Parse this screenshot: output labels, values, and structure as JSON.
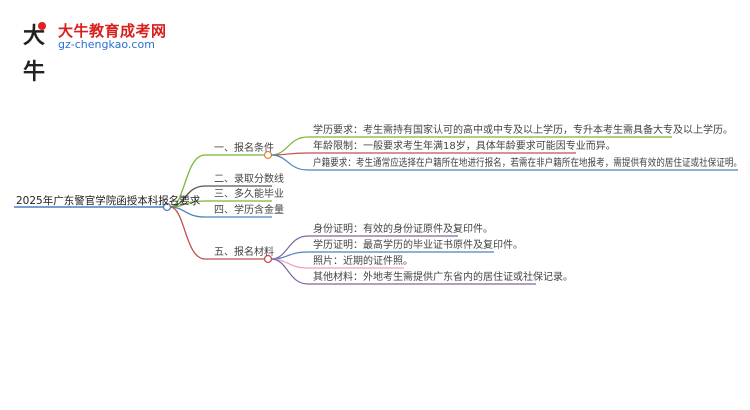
{
  "logo": {
    "mark": "大牛",
    "name": "大牛教育成考网",
    "url": "gz-chengkao.com"
  },
  "root": "2025年广东警官学院函授本科报名要求",
  "branches": [
    {
      "label": "一、报名条件",
      "color": "#76b83a",
      "children": [
        {
          "text": "学历要求：考生需持有国家认可的高中或中专及以上学历，专升本考生需具备大专及以上学历。",
          "color": "#76b83a"
        },
        {
          "text": "年龄限制：一般要求考生年满18岁，具体年龄要求可能因专业而异。",
          "color": "#c0504d"
        },
        {
          "text": "户籍要求：考生通常应选择在户籍所在地进行报名，若需在非户籍所在地报考，需提供有效的居住证或社保证明。",
          "color": "#4f81bd"
        }
      ]
    },
    {
      "label": "二、录取分数线",
      "color": "#555555",
      "children": []
    },
    {
      "label": "三、多久能毕业",
      "color": "#76b83a",
      "children": []
    },
    {
      "label": "四、学历含金量",
      "color": "#4f81bd",
      "children": []
    },
    {
      "label": "五、报名材料",
      "color": "#c0504d",
      "children": [
        {
          "text": "身份证明：有效的身份证原件及复印件。",
          "color": "#8064a2"
        },
        {
          "text": "学历证明：最高学历的毕业证书原件及复印件。",
          "color": "#4f81bd"
        },
        {
          "text": "照片：近期的证件照。",
          "color": "#f79fb0"
        },
        {
          "text": "其他材料：外地考生需提供广东省内的居住证或社保记录。",
          "color": "#8064a2"
        }
      ]
    }
  ]
}
